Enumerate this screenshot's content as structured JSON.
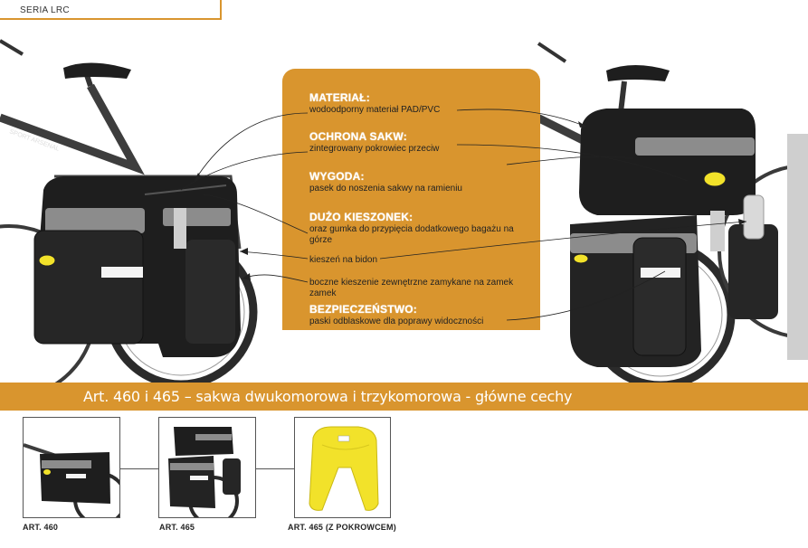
{
  "header": {
    "series": "SERIA LRC"
  },
  "features": [
    {
      "title": "MATERIAŁ:",
      "desc": "wodoodporny materiał PAD/PVC"
    },
    {
      "title": "OCHRONA SAKW:",
      "desc": "zintegrowany pokrowiec przeciw"
    },
    {
      "title": "WYGODA:",
      "desc": "pasek do noszenia sakwy na ramieniu"
    },
    {
      "title": "DUŻO KIESZONEK:",
      "desc": "oraz gumka do przypięcia dodatkowego bagażu na górze"
    },
    {
      "title": "",
      "desc": "kieszeń na bidon"
    },
    {
      "title": "",
      "desc": "boczne kieszenie zewnętrzne zamykane na zamek zamek"
    },
    {
      "title": "BEZPIECZEŃSTWO:",
      "desc": "paski odblaskowe dla poprawy widoczności"
    }
  ],
  "banner": {
    "text": "Art. 460 i 465 – sakwa dwukomorowa i trzykomorowa - główne cechy"
  },
  "thumbnails": [
    {
      "label": "ART. 460"
    },
    {
      "label": "ART. 465"
    },
    {
      "label": "ART. 465 (Z POKROWCEM)"
    }
  ],
  "colors": {
    "accent": "#d9952e",
    "bag": "#1e1e1e",
    "trim": "#8c8c8c",
    "cover": "#f2e22a"
  }
}
